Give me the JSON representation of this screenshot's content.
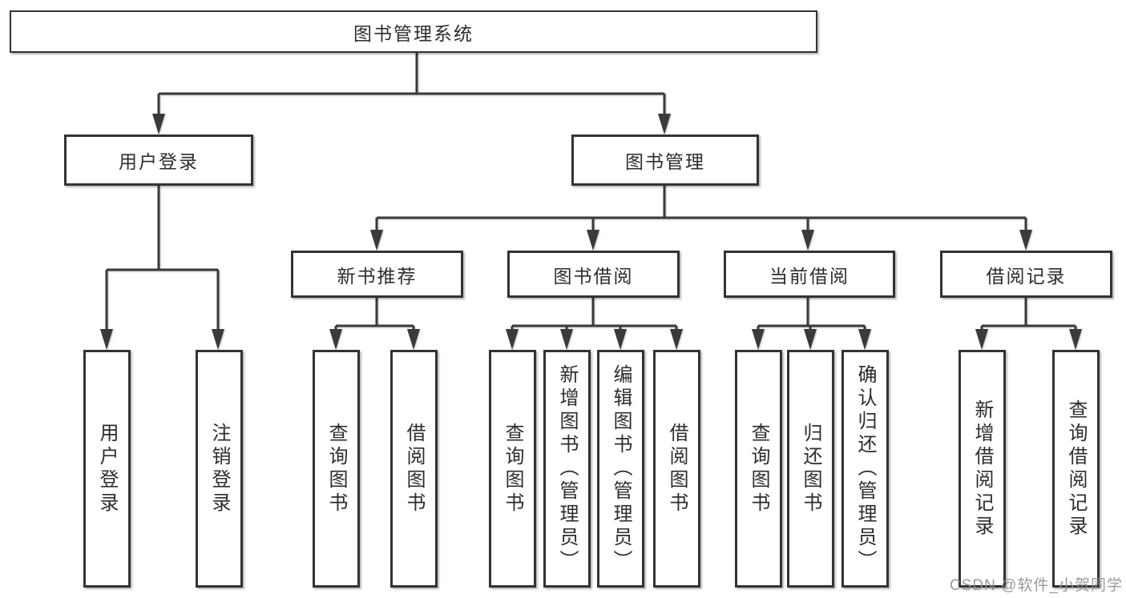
{
  "tree": {
    "root": {
      "label": "图书管理系统"
    },
    "branches": [
      {
        "label": "用户登录",
        "children": [
          {
            "label": "用户登录"
          },
          {
            "label": "注销登录"
          }
        ]
      },
      {
        "label": "图书管理",
        "children": [
          {
            "label": "新书推荐",
            "children": [
              {
                "label": "查询图书"
              },
              {
                "label": "借阅图书"
              }
            ]
          },
          {
            "label": "图书借阅",
            "children": [
              {
                "label": "查询图书"
              },
              {
                "label": "新增图书（管理员）"
              },
              {
                "label": "编辑图书（管理员）"
              },
              {
                "label": "借阅图书"
              }
            ]
          },
          {
            "label": "当前借阅",
            "children": [
              {
                "label": "查询图书"
              },
              {
                "label": "归还图书"
              },
              {
                "label": "确认归还（管理员）"
              }
            ]
          },
          {
            "label": "借阅记录",
            "children": [
              {
                "label": "新增借阅记录"
              },
              {
                "label": "查询借阅记录"
              }
            ]
          }
        ]
      }
    ]
  },
  "watermark": {
    "text": "CSDN @软件_小贺同学"
  },
  "colors": {
    "line": "#3a3a3a",
    "border": "#333333",
    "text": "#2d2d2d",
    "background": "#ffffff",
    "watermark": "#919191"
  }
}
